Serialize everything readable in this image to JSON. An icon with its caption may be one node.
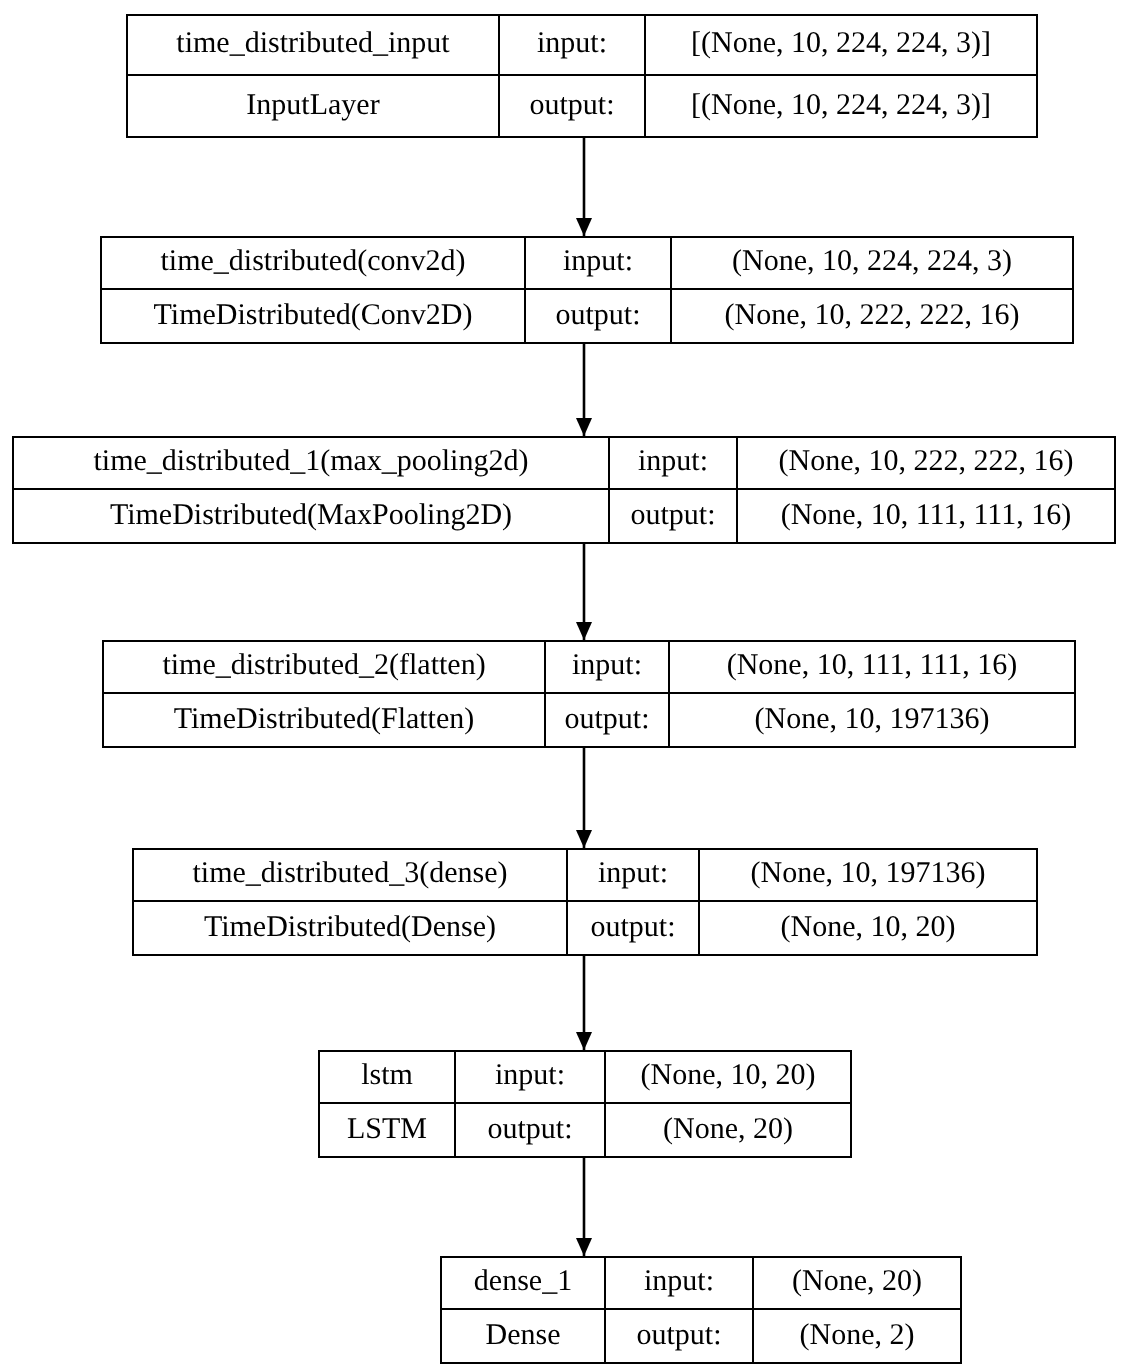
{
  "diagram": {
    "nodes": [
      {
        "text": [
          "time_distributed_input",
          "input:",
          "[(None, 10, 224, 224, 3)]",
          "InputLayer",
          "output:",
          "[(None, 10, 224, 224, 3)]"
        ]
      },
      {
        "text": [
          "time_distributed(conv2d)",
          "input:",
          "(None, 10, 224, 224, 3)",
          "TimeDistributed(Conv2D)",
          "output:",
          "(None, 10, 222, 222, 16)"
        ]
      },
      {
        "text": [
          "time_distributed_1(max_pooling2d)",
          "input:",
          "(None, 10, 222, 222, 16)",
          "TimeDistributed(MaxPooling2D)",
          "output:",
          "(None, 10, 111, 111, 16)"
        ]
      },
      {
        "text": [
          "time_distributed_2(flatten)",
          "input:",
          "(None, 10, 111, 111, 16)",
          "TimeDistributed(Flatten)",
          "output:",
          "(None, 10, 197136)"
        ]
      },
      {
        "text": [
          "time_distributed_3(dense)",
          "input:",
          "(None, 10, 197136)",
          "TimeDistributed(Dense)",
          "output:",
          "(None, 10, 20)"
        ]
      },
      {
        "text": [
          "lstm",
          "input:",
          "(None, 10, 20)",
          "LSTM",
          "output:",
          "(None, 20)"
        ]
      },
      {
        "text": [
          "dense_1",
          "input:",
          "(None, 20)",
          "Dense",
          "output:",
          "(None, 2)"
        ]
      }
    ],
    "edges": [
      {
        "from": 0,
        "to": 1,
        "arrow": "to"
      },
      {
        "from": 1,
        "to": 2,
        "arrow": "to"
      },
      {
        "from": 2,
        "to": 3,
        "arrow": "to"
      },
      {
        "from": 3,
        "to": 4,
        "arrow": "to"
      },
      {
        "from": 4,
        "to": 5,
        "arrow": "to"
      },
      {
        "from": 5,
        "to": 6,
        "arrow": "to"
      }
    ]
  }
}
